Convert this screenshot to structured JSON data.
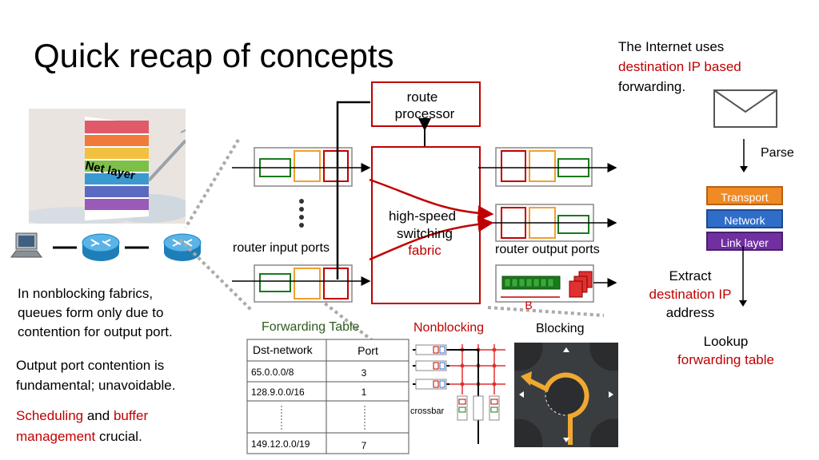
{
  "slide": {
    "title": "Quick recap of concepts",
    "internet_text": {
      "line1": "The Internet uses",
      "line2": "destination IP based",
      "line3": "forwarding."
    },
    "parse": "Parse",
    "layers": [
      "Transport",
      "Network",
      "Link layer"
    ],
    "extract": {
      "line1": "Extract",
      "line2": "destination IP",
      "line3": "address"
    },
    "lookup": {
      "line1": "Lookup",
      "line2": "forwarding table"
    },
    "cake_label": "Net layer",
    "router": {
      "route_processor": [
        "route",
        "processor"
      ],
      "fabric": [
        "high-speed",
        "switching",
        "fabric"
      ],
      "input_ports": "router input ports",
      "output_ports": "router output ports",
      "buffer_label": "B"
    },
    "left_notes": {
      "nonblocking": [
        "In nonblocking fabrics,",
        "queues form only due to",
        "contention for output port."
      ],
      "contention": [
        "Output port contention is",
        "fundamental; unavoidable."
      ],
      "sched_1": "Scheduling",
      "and": " and ",
      "buffer": "buffer",
      "management": "management",
      "crucial": " crucial."
    },
    "forwarding_table": {
      "title": "Forwarding Table",
      "headers": [
        "Dst-network",
        "Port"
      ],
      "rows": [
        [
          "65.0.0.0/8",
          "3"
        ],
        [
          "128.9.0.0/16",
          "1"
        ],
        [
          "149.12.0.0/19",
          "7"
        ]
      ]
    },
    "nonblocking_label": "Nonblocking",
    "blocking_label": "Blocking",
    "crossbar_label": "crossbar",
    "colors": {
      "red": "#c00000",
      "transport": "#f08a24",
      "network": "#2f6dc9",
      "link": "#7030a0",
      "green_cell": "#1a7a1a",
      "orange_cell": "#f0a030"
    }
  }
}
